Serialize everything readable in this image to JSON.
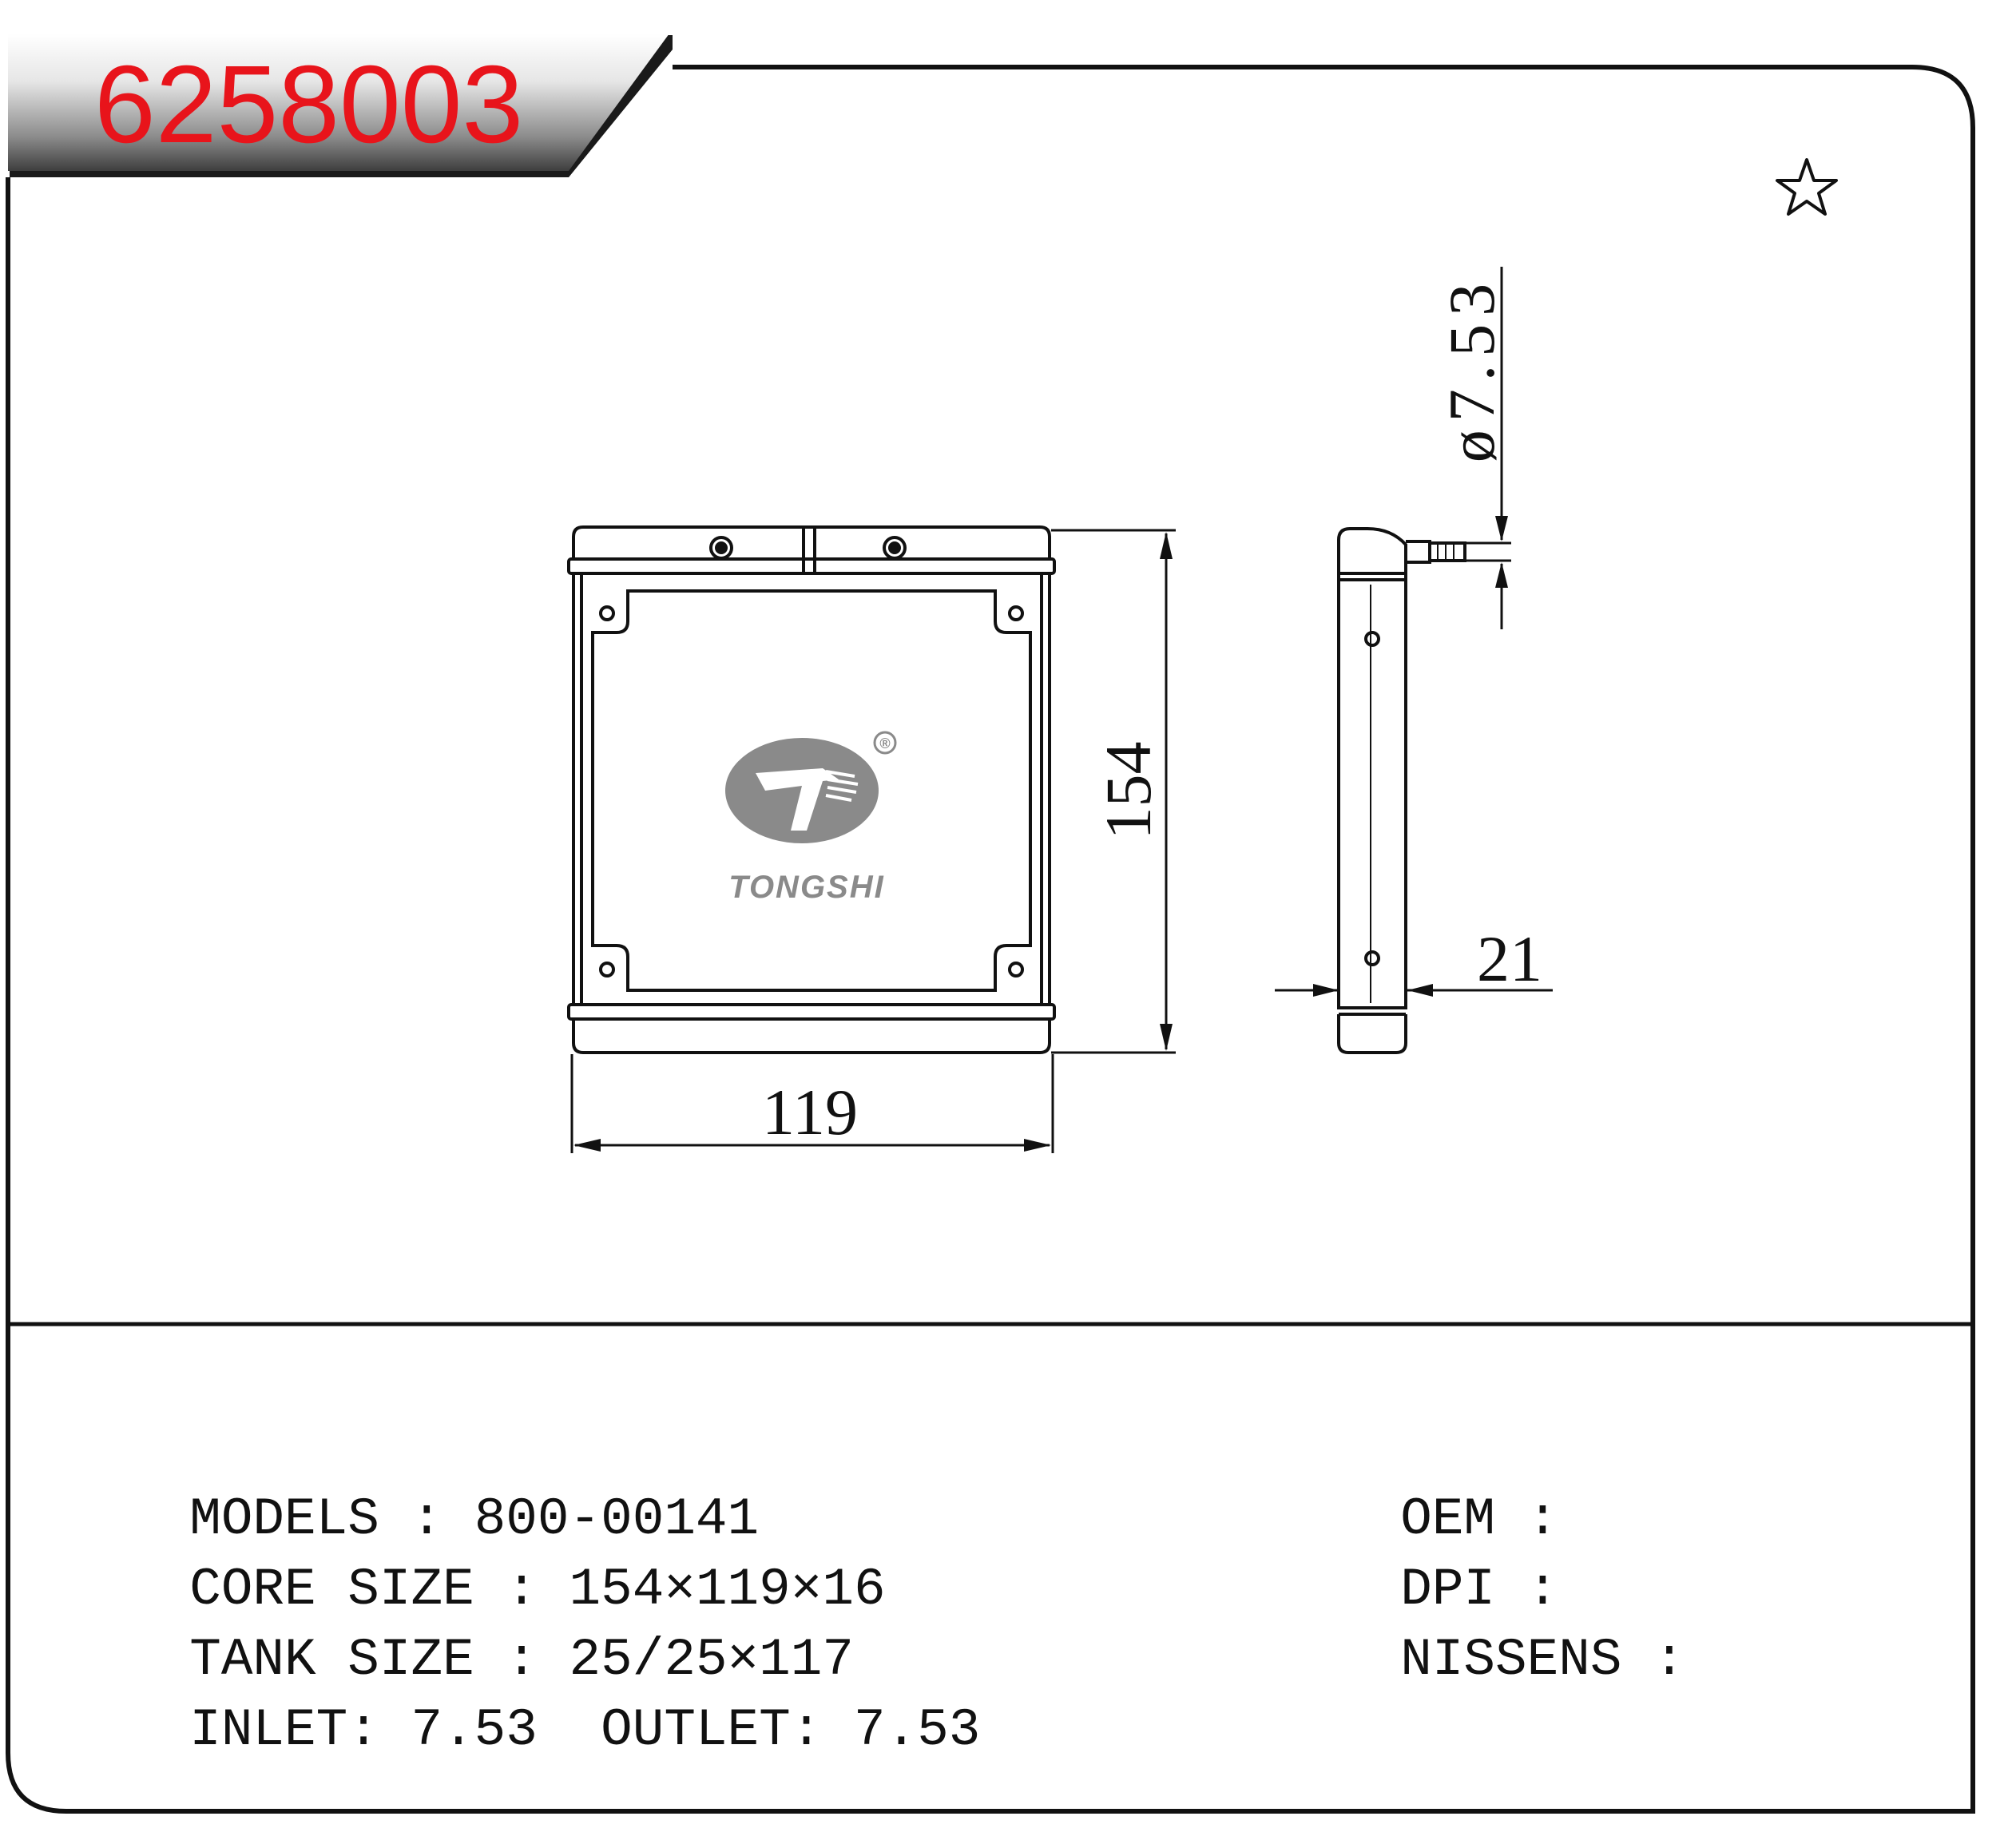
{
  "part_number": "6258003",
  "dimensions": {
    "height": "154",
    "width": "119",
    "thickness": "21",
    "pipe_diameter": "ø7.53"
  },
  "logo": {
    "brand": "TONGSHI",
    "registered": "®"
  },
  "specs": {
    "models": {
      "label": "MODELS",
      "sep": ":",
      "value": "800-00141"
    },
    "core_size": {
      "label": "CORE SIZE",
      "sep": ":",
      "value": "154×119×16"
    },
    "tank_size": {
      "label": "TANK SIZE",
      "sep": ":",
      "value": "25/25×117"
    },
    "inlet": {
      "label": "INLET:",
      "value": "7.53"
    },
    "outlet": {
      "label": "OUTLET:",
      "value": "7.53"
    }
  },
  "cross_reference": {
    "oem": {
      "label": "OEM",
      "sep": ":",
      "value": ""
    },
    "dpi": {
      "label": "DPI",
      "sep": ":",
      "value": ""
    },
    "nissens": {
      "label": "NISSENS",
      "sep": ":",
      "value": ""
    }
  },
  "icons": {
    "favorite": "star-outline-icon"
  },
  "colors": {
    "part_number": "#e8141b",
    "line": "#111111",
    "logo": "#8a8a8a"
  }
}
